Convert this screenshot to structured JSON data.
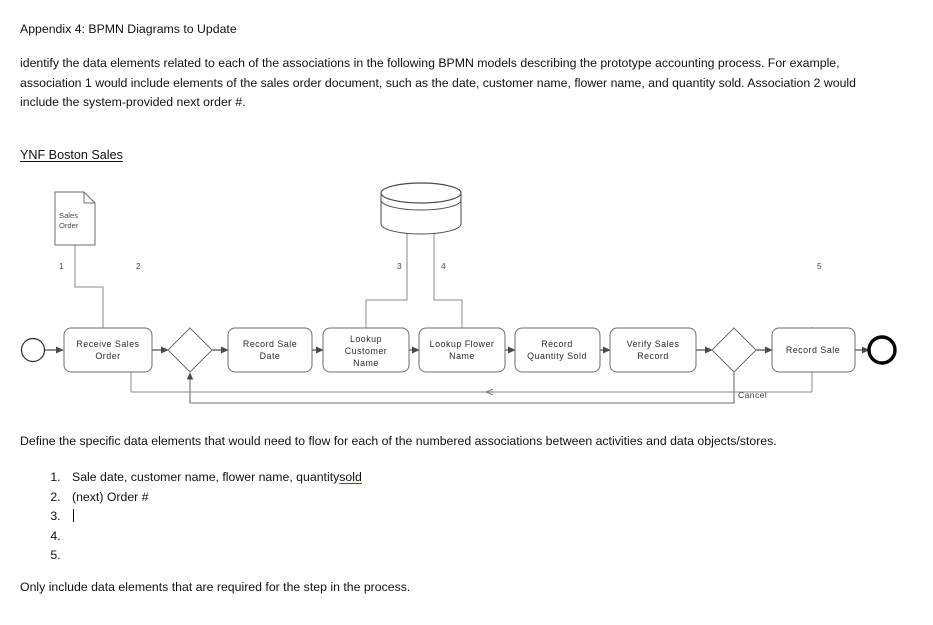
{
  "document": {
    "appendix_title": "Appendix 4: BPMN Diagrams to Update",
    "intro_paragraph": "identify the data elements related to each of the associations in the following BPMN models describing the prototype accounting process. For example, association 1 would include elements of the sales order document, such as the date, customer name, flower name, and quantity sold. Association 2 would include the system-provided next order #.",
    "section_heading": "YNF Boston Sales",
    "define_paragraph": "Define the specific data elements that would need to flow for each of the numbered associations between activities and data objects/stores.",
    "closing_paragraph": "Only include data elements that are required for the step in the process."
  },
  "answers": {
    "items": [
      {
        "number": "1.",
        "text": "Sale date, customer name, flower name, quantity ",
        "spellchecked_word": "sold",
        "has_caret": false
      },
      {
        "number": "2.",
        "text": "(next) Order #",
        "spellchecked_word": "",
        "has_caret": false
      },
      {
        "number": "3.",
        "text": "",
        "spellchecked_word": "",
        "has_caret": true
      },
      {
        "number": "4.",
        "text": "",
        "spellchecked_word": "",
        "has_caret": false
      },
      {
        "number": "5.",
        "text": "",
        "spellchecked_word": "",
        "has_caret": false
      }
    ]
  },
  "diagram": {
    "title": "YNF Boston Sales",
    "start_event": {
      "name": "start-event"
    },
    "end_event": {
      "name": "end-event"
    },
    "data_object": {
      "label_line1": "Sales",
      "label_line2": "Order"
    },
    "data_store": {
      "name": "sales-database"
    },
    "tasks": [
      {
        "id": "receive-sales-order",
        "lines": [
          "Receive Sales",
          "Order"
        ]
      },
      {
        "id": "record-sale-date",
        "lines": [
          "Record Sale",
          "Date"
        ]
      },
      {
        "id": "lookup-customer-name",
        "lines": [
          "Lookup",
          "Customer",
          "Name"
        ]
      },
      {
        "id": "lookup-flower-name",
        "lines": [
          "Lookup Flower",
          "Name"
        ]
      },
      {
        "id": "record-quantity-sold",
        "lines": [
          "Record",
          "Quantity Sold"
        ]
      },
      {
        "id": "verify-sales-record",
        "lines": [
          "Verify Sales",
          "Record"
        ]
      },
      {
        "id": "record-sale",
        "lines": [
          "Record Sale"
        ]
      }
    ],
    "gateways": [
      {
        "id": "gateway-1"
      },
      {
        "id": "gateway-2"
      }
    ],
    "flow_labels": [
      {
        "id": "cancel-label",
        "text": "Cancel"
      }
    ],
    "association_numbers": [
      {
        "id": "association-1",
        "text": "1"
      },
      {
        "id": "association-2",
        "text": "2"
      },
      {
        "id": "association-3",
        "text": "3"
      },
      {
        "id": "association-4",
        "text": "4"
      },
      {
        "id": "association-5",
        "text": "5"
      }
    ]
  },
  "colors": {
    "line": "#7c7c7c",
    "shape_stroke": "#6e6e6e",
    "text": "#2b2b2b",
    "spellcheck_underline": "#2f5496",
    "end_event": "#000000"
  }
}
